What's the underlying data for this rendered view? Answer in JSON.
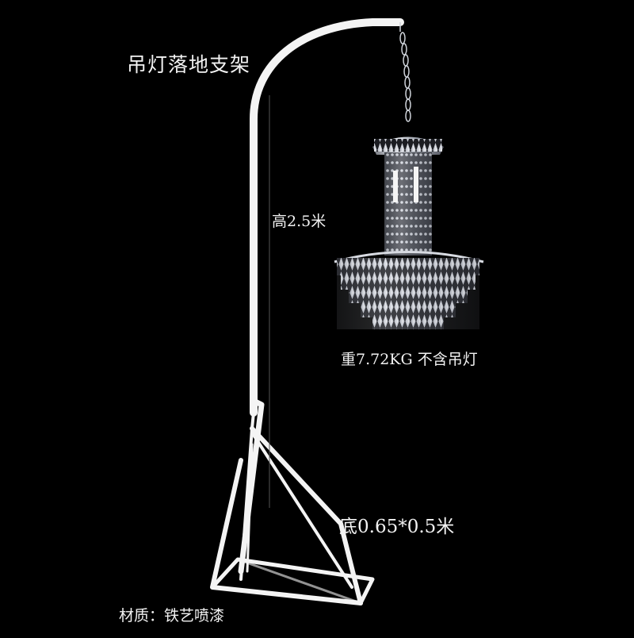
{
  "product": {
    "title": "吊灯落地支架",
    "height_label": "高2.5米",
    "weight_label": "重7.72KG 不含吊灯",
    "base_label": "底0.65*0.5米",
    "material_label": "材质：铁艺喷漆"
  },
  "colors": {
    "background": "#000000",
    "stand": "#f4f4f4",
    "crystal": "#cfd3da",
    "text": "#f2f2f2"
  }
}
